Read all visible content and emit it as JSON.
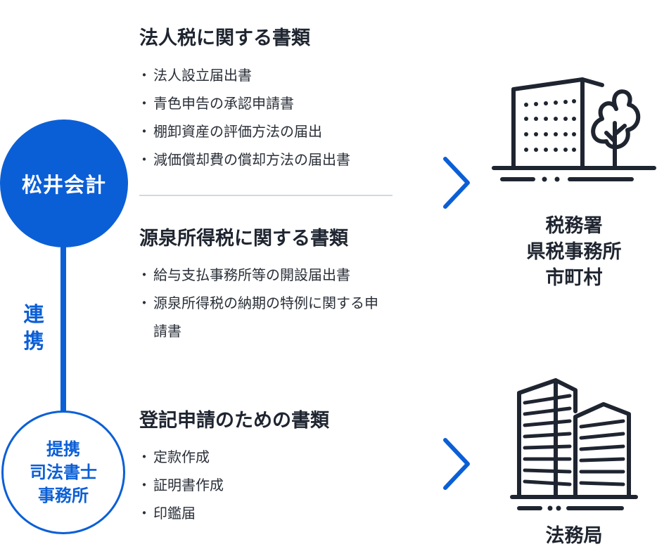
{
  "main_circle": {
    "label": "松井会計"
  },
  "partner_circle": {
    "lines": [
      "提携",
      "司法書士",
      "事務所"
    ]
  },
  "connector_label": [
    "連",
    "携"
  ],
  "sections": [
    {
      "title": "法人税に関する書類",
      "items": [
        "法人設立届出書",
        "青色申告の承認申請書",
        "棚卸資産の評価方法の届出",
        "減価償却費の償却方法の届出書"
      ]
    },
    {
      "title": "源泉所得税に関する書類",
      "items": [
        "給与支払事務所等の開設届出書",
        "源泉所得税の納期の特例に関する申請書"
      ]
    },
    {
      "title": "登記申請のための書類",
      "items": [
        "定款作成",
        "証明書作成",
        "印鑑届"
      ]
    }
  ],
  "destinations": [
    {
      "lines": [
        "税務署",
        "県税事務所",
        "市町村"
      ],
      "icon": "office-building-with-tree-icon"
    },
    {
      "lines": [
        "法務局"
      ],
      "icon": "high-rise-buildings-icon"
    }
  ],
  "colors": {
    "accent": "#0b5fd6",
    "text": "#1f2530",
    "divider": "#d2d9e0"
  }
}
